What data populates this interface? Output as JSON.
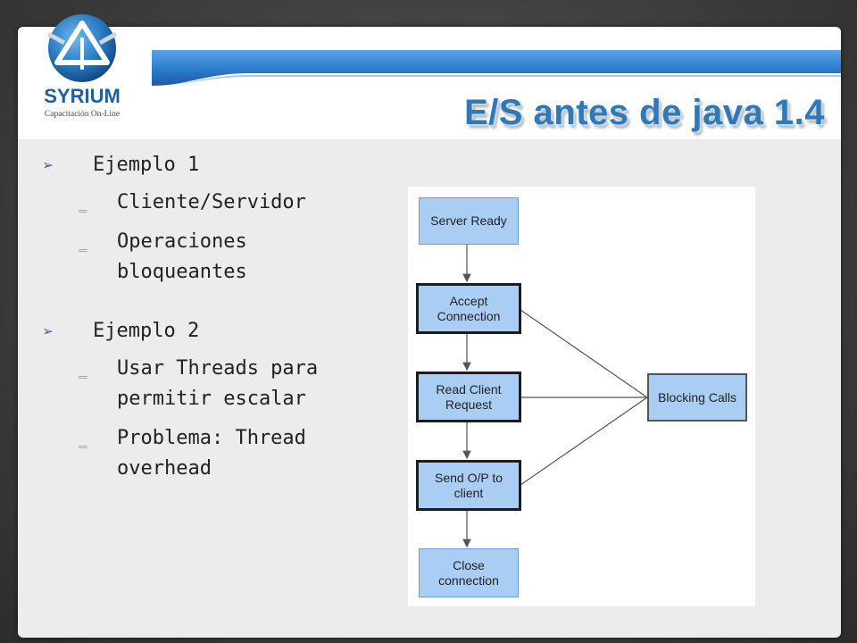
{
  "header": {
    "title": "E/S antes de java 1.4",
    "logo_name": "SYRIUM",
    "logo_tagline": "Capacitación On-Line"
  },
  "bullets": [
    {
      "label": "Ejemplo 1",
      "sub": [
        "Cliente/Servidor",
        "Operaciones bloqueantes"
      ]
    },
    {
      "label": "Ejemplo 2",
      "sub": [
        "Usar Threads para permitir escalar",
        "Problema: Thread overhead"
      ]
    }
  ],
  "diagram": {
    "nodes": {
      "server_ready": "Server Ready",
      "accept_1": "Accept",
      "accept_2": "Connection",
      "read_1": "Read Client",
      "read_2": "Request",
      "send_1": "Send O/P to",
      "send_2": "client",
      "close_1": "Close",
      "close_2": "connection",
      "blocking": "Blocking Calls"
    }
  },
  "colors": {
    "title": "#2f79b8",
    "node_fill": "#a9cdf3",
    "bullet_arrow": "#6b3fa0",
    "edge": "#555555"
  }
}
